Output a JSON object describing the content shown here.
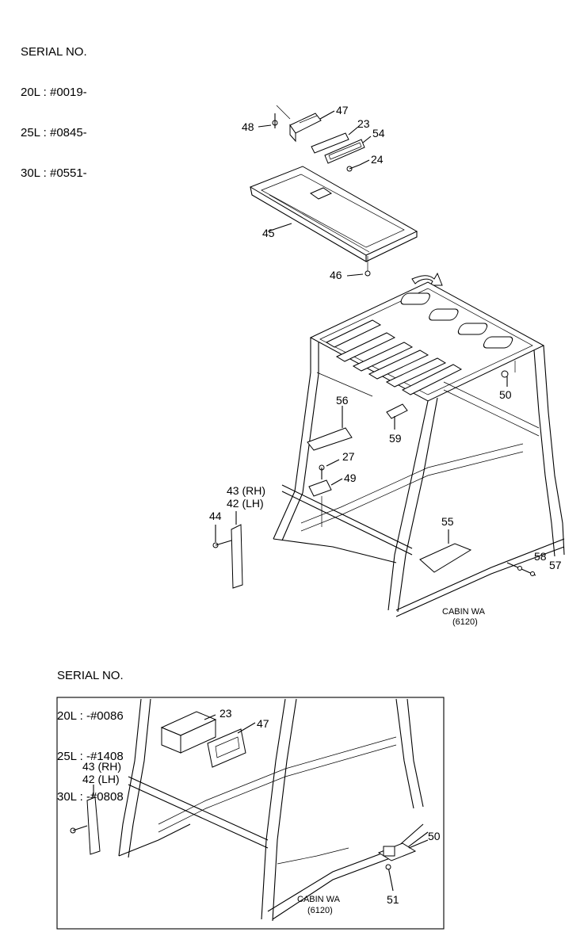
{
  "serial_top": {
    "heading": "SERIAL NO.",
    "lines": [
      "20L : #0019-",
      "25L : #0845-",
      "30L : #0551-"
    ]
  },
  "serial_bottom": {
    "heading": "SERIAL NO.",
    "lines": [
      "20L : -#0086",
      "25L : -#1408",
      "30L : -#0808"
    ]
  },
  "parts_top": {
    "p47": "47",
    "p48": "48",
    "p23": "23",
    "p54": "54",
    "p24": "24",
    "p45": "45",
    "p46": "46",
    "p50": "50",
    "p56": "56",
    "p59": "59",
    "p27": "27",
    "p49": "49",
    "p43": "43 (RH)",
    "p42": "42 (LH)",
    "p44": "44",
    "p55": "55",
    "p58": "58",
    "p57": "57"
  },
  "cabin_top": {
    "name": "CABIN WA",
    "code": "(6120)"
  },
  "parts_bottom": {
    "p23": "23",
    "p47": "47",
    "p43": "43 (RH)",
    "p42": "42 (LH)",
    "p50": "50",
    "p51": "51"
  },
  "cabin_bottom": {
    "name": "CABIN WA",
    "code": "(6120)"
  }
}
